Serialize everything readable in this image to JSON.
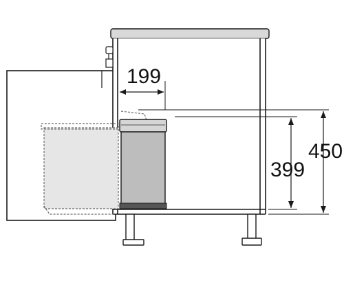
{
  "diagram": {
    "dimensions": {
      "width_label": "199",
      "inner_height_label": "399",
      "outer_height_label": "450"
    },
    "colors": {
      "line": "#1a1a1a",
      "countertop": "#d9d9d9",
      "bin_body": "#bdbdbd",
      "bin_trim": "#555555",
      "ghost_fill": "#e6e6e6",
      "ghost_line": "#6a6a6a"
    }
  }
}
